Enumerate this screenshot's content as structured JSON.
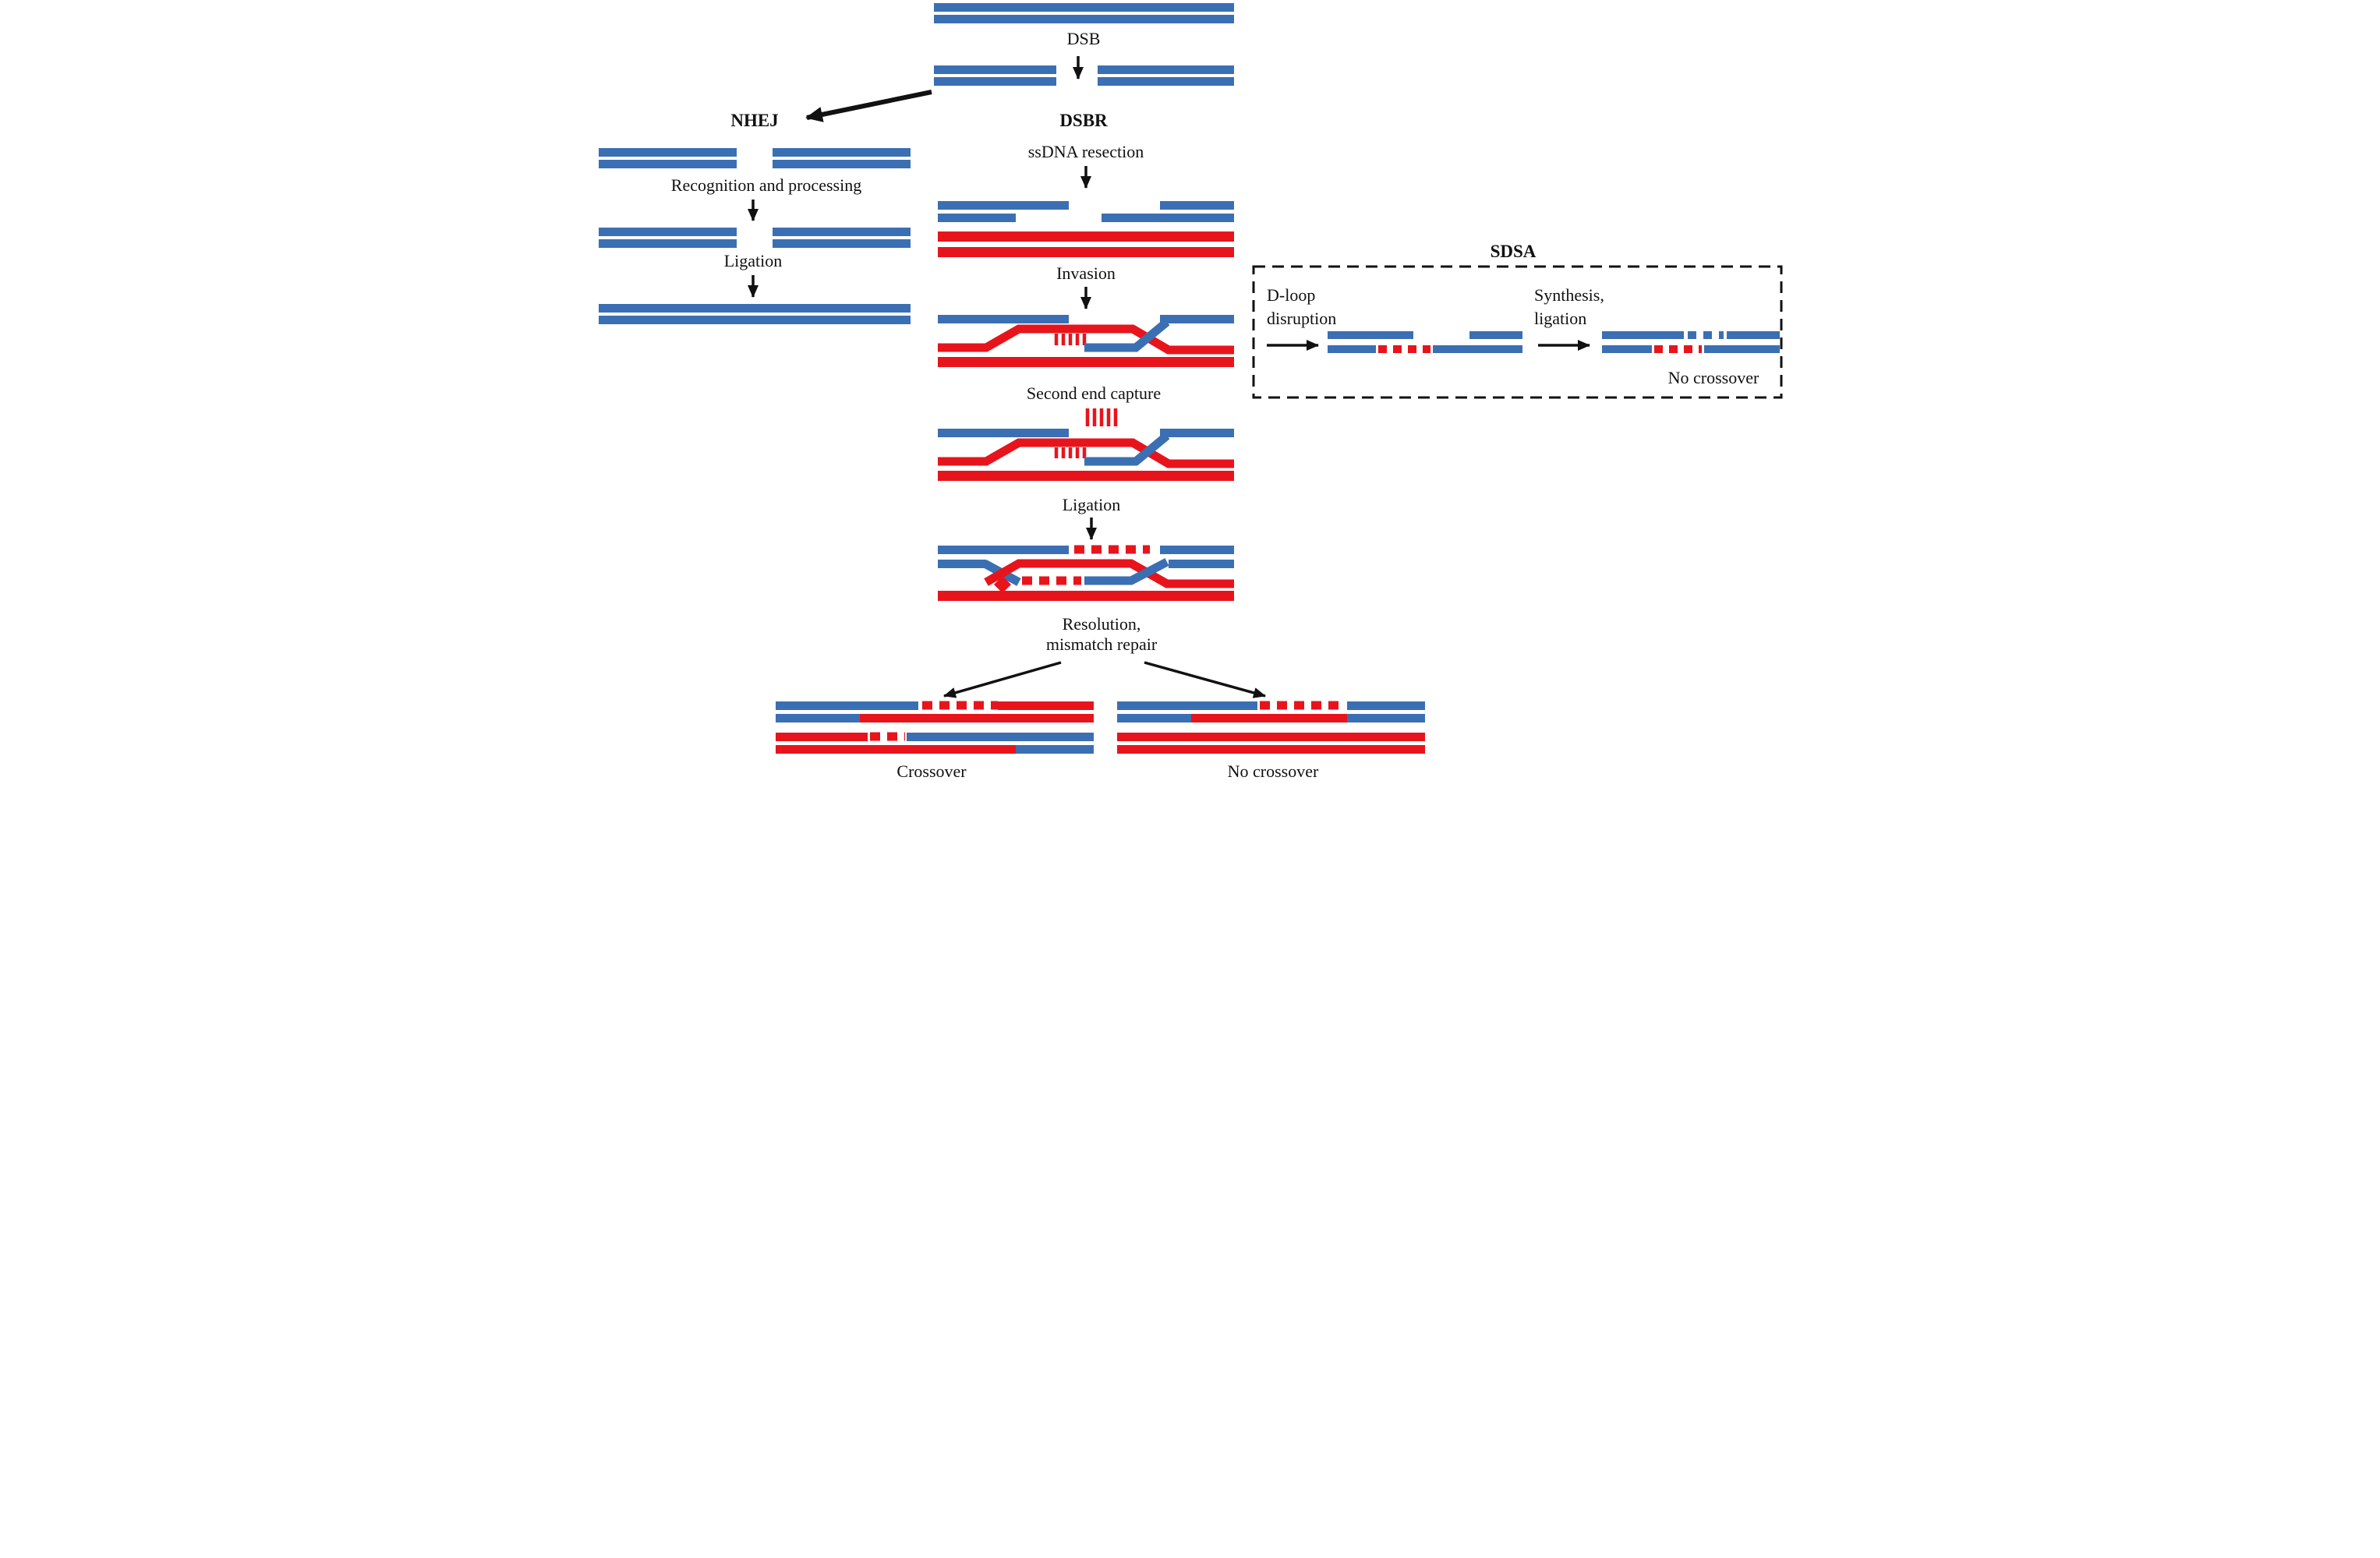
{
  "colors": {
    "blue": "#3B6FB3",
    "red": "#E8141C",
    "ink": "#111111"
  },
  "top": {
    "dsb_label": "DSB"
  },
  "nhej": {
    "title": "NHEJ",
    "step1": "Recognition and processing",
    "step2": "Ligation"
  },
  "dsbr": {
    "title": "DSBR",
    "step1": "ssDNA resection",
    "step2": "Invasion",
    "step3": "Second end capture",
    "step4": "Ligation",
    "step5_line1": "Resolution,",
    "step5_line2": "mismatch repair",
    "outcome_left": "Crossover",
    "outcome_right": "No crossover"
  },
  "sdsa": {
    "title": "SDSA",
    "step1_line1": "D-loop",
    "step1_line2": "disruption",
    "step2_line1": "Synthesis,",
    "step2_line2": "ligation",
    "outcome": "No crossover"
  }
}
